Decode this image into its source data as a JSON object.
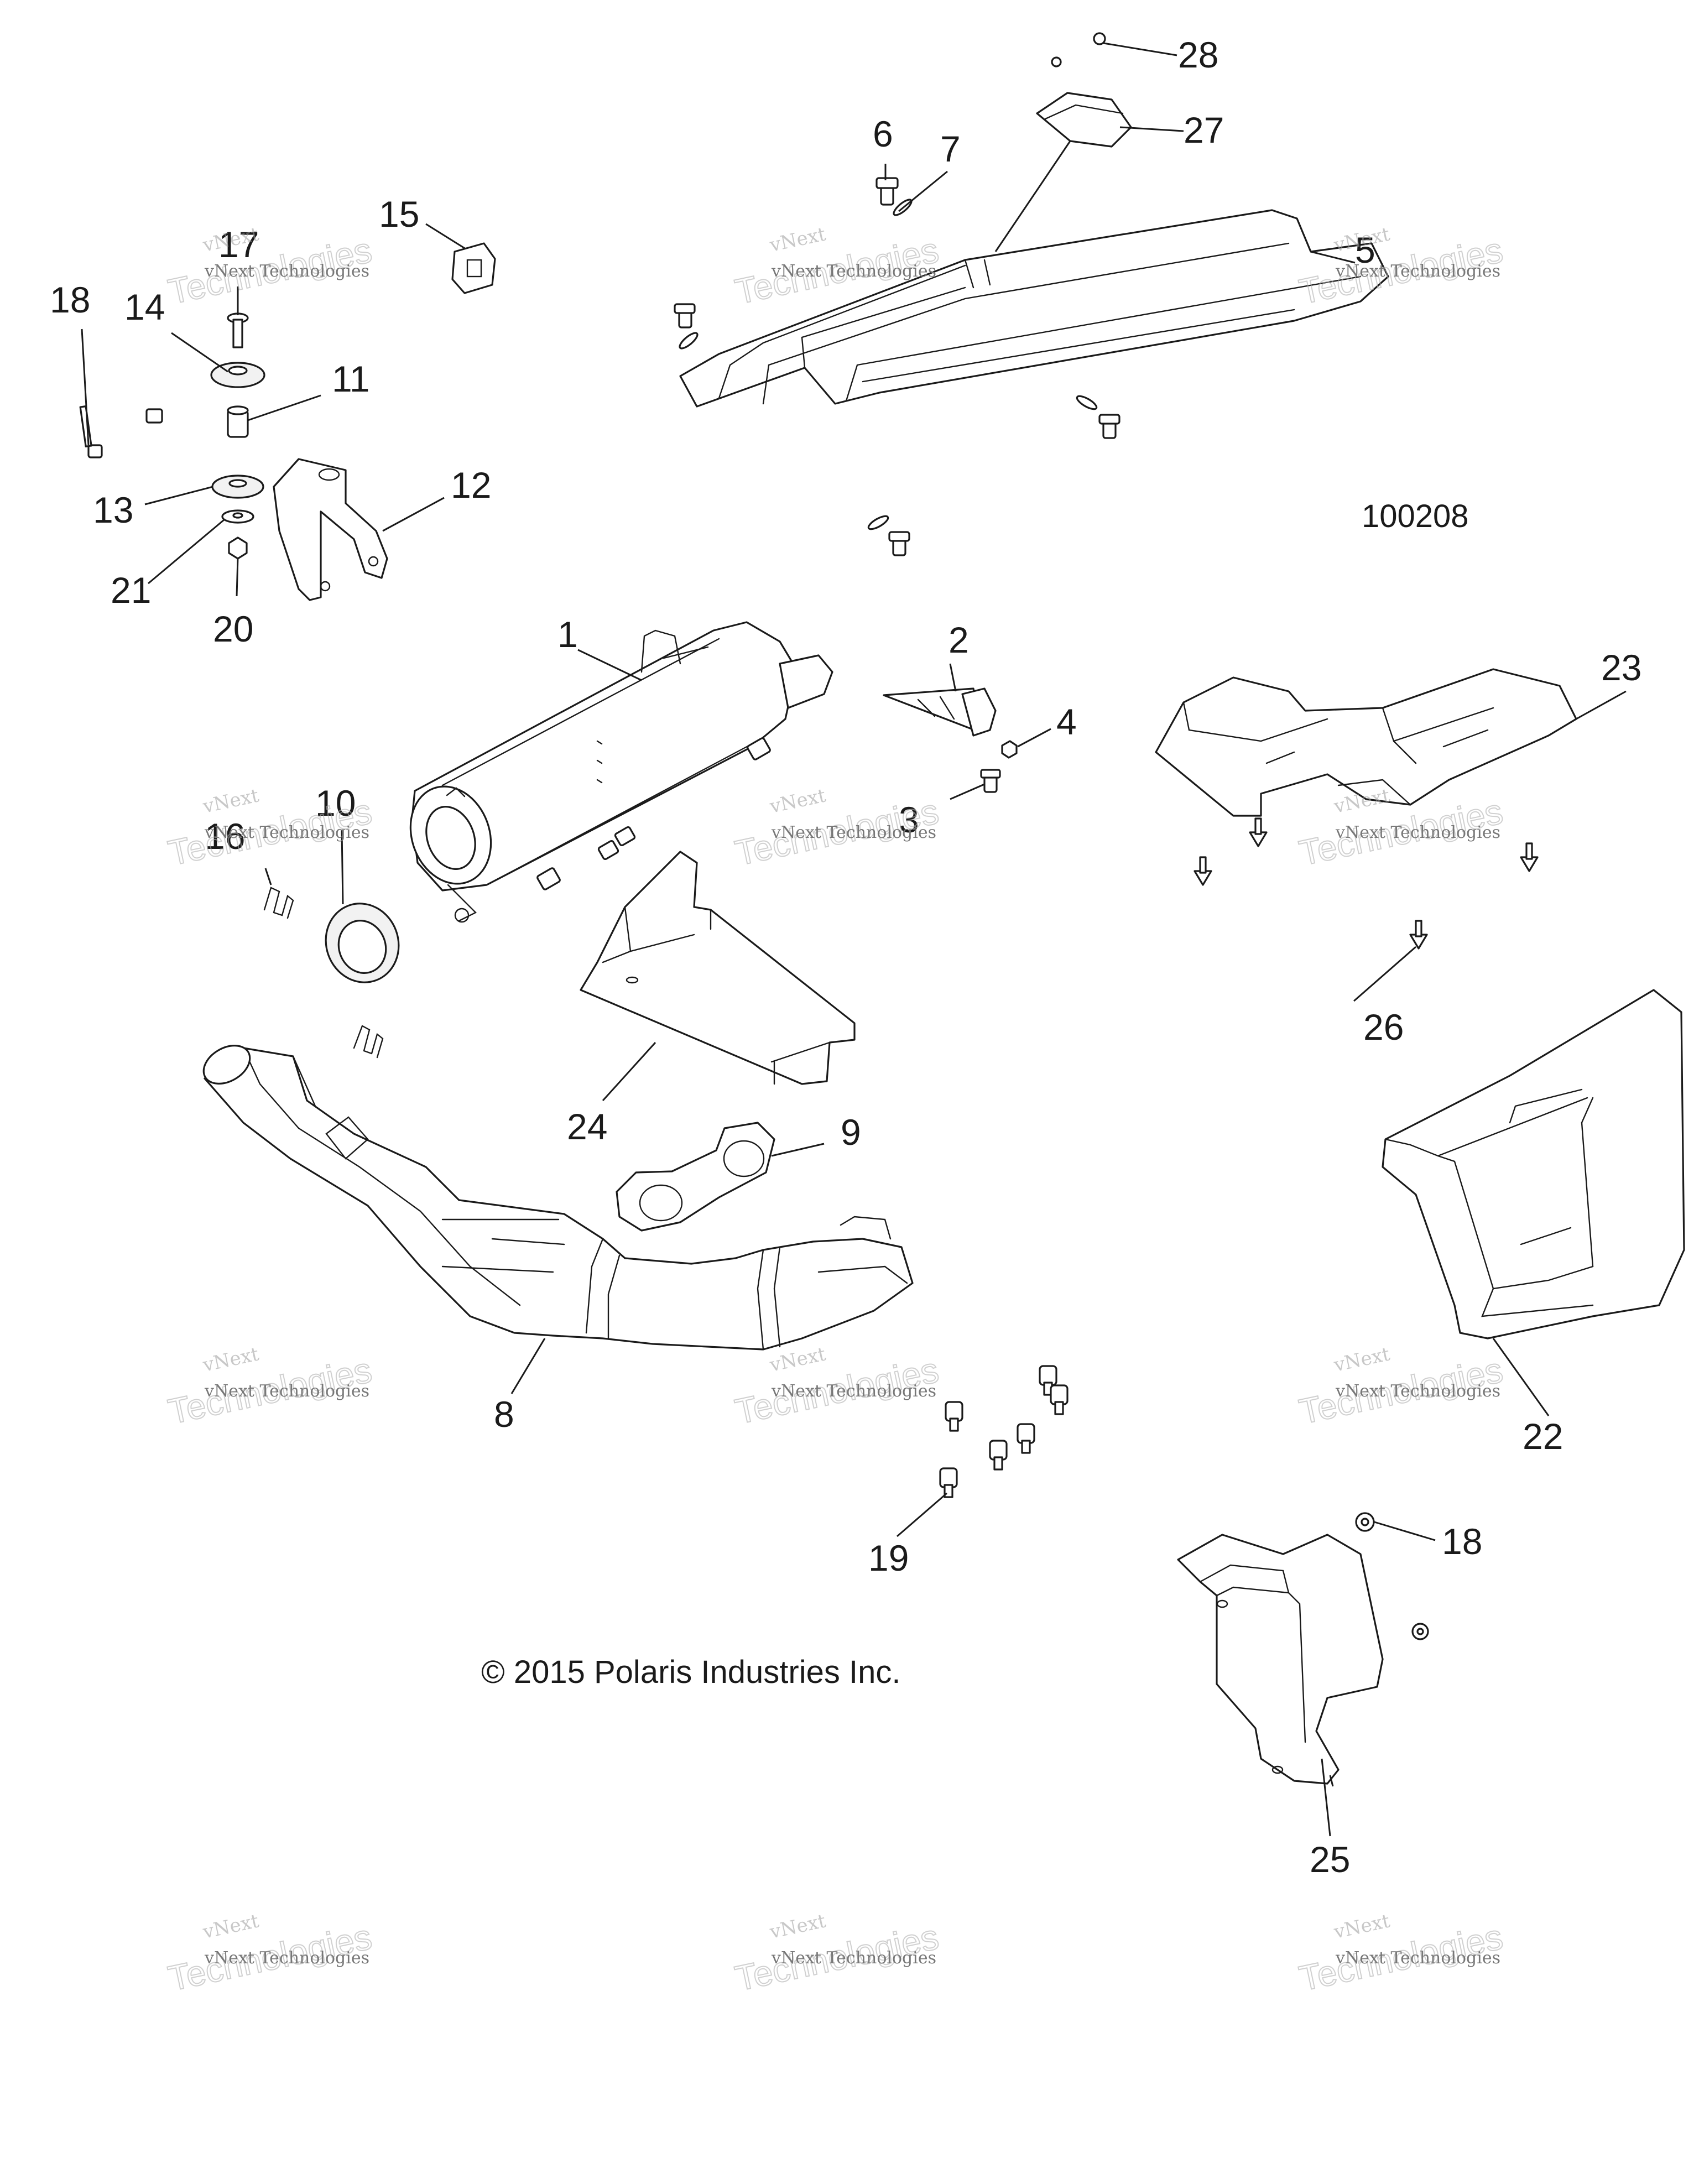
{
  "diagram": {
    "id_label": "100208",
    "copyright": "© 2015 Polaris Industries Inc.",
    "callouts": [
      {
        "num": "1"
      },
      {
        "num": "2"
      },
      {
        "num": "3"
      },
      {
        "num": "4"
      },
      {
        "num": "5"
      },
      {
        "num": "6"
      },
      {
        "num": "7"
      },
      {
        "num": "8"
      },
      {
        "num": "9"
      },
      {
        "num": "10"
      },
      {
        "num": "11"
      },
      {
        "num": "12"
      },
      {
        "num": "13"
      },
      {
        "num": "14"
      },
      {
        "num": "15"
      },
      {
        "num": "16"
      },
      {
        "num": "17"
      },
      {
        "num": "18"
      },
      {
        "num": "18"
      },
      {
        "num": "19"
      },
      {
        "num": "20"
      },
      {
        "num": "21"
      },
      {
        "num": "22"
      },
      {
        "num": "23"
      },
      {
        "num": "24"
      },
      {
        "num": "25"
      },
      {
        "num": "26"
      },
      {
        "num": "27"
      },
      {
        "num": "28"
      }
    ]
  },
  "watermark": {
    "line1": "vNext",
    "line2": "Technologies",
    "line3": "vNext Technologies"
  },
  "colors": {
    "ink": "#1a1a1a",
    "watermark": "#9a9a9a",
    "background": "#ffffff"
  }
}
